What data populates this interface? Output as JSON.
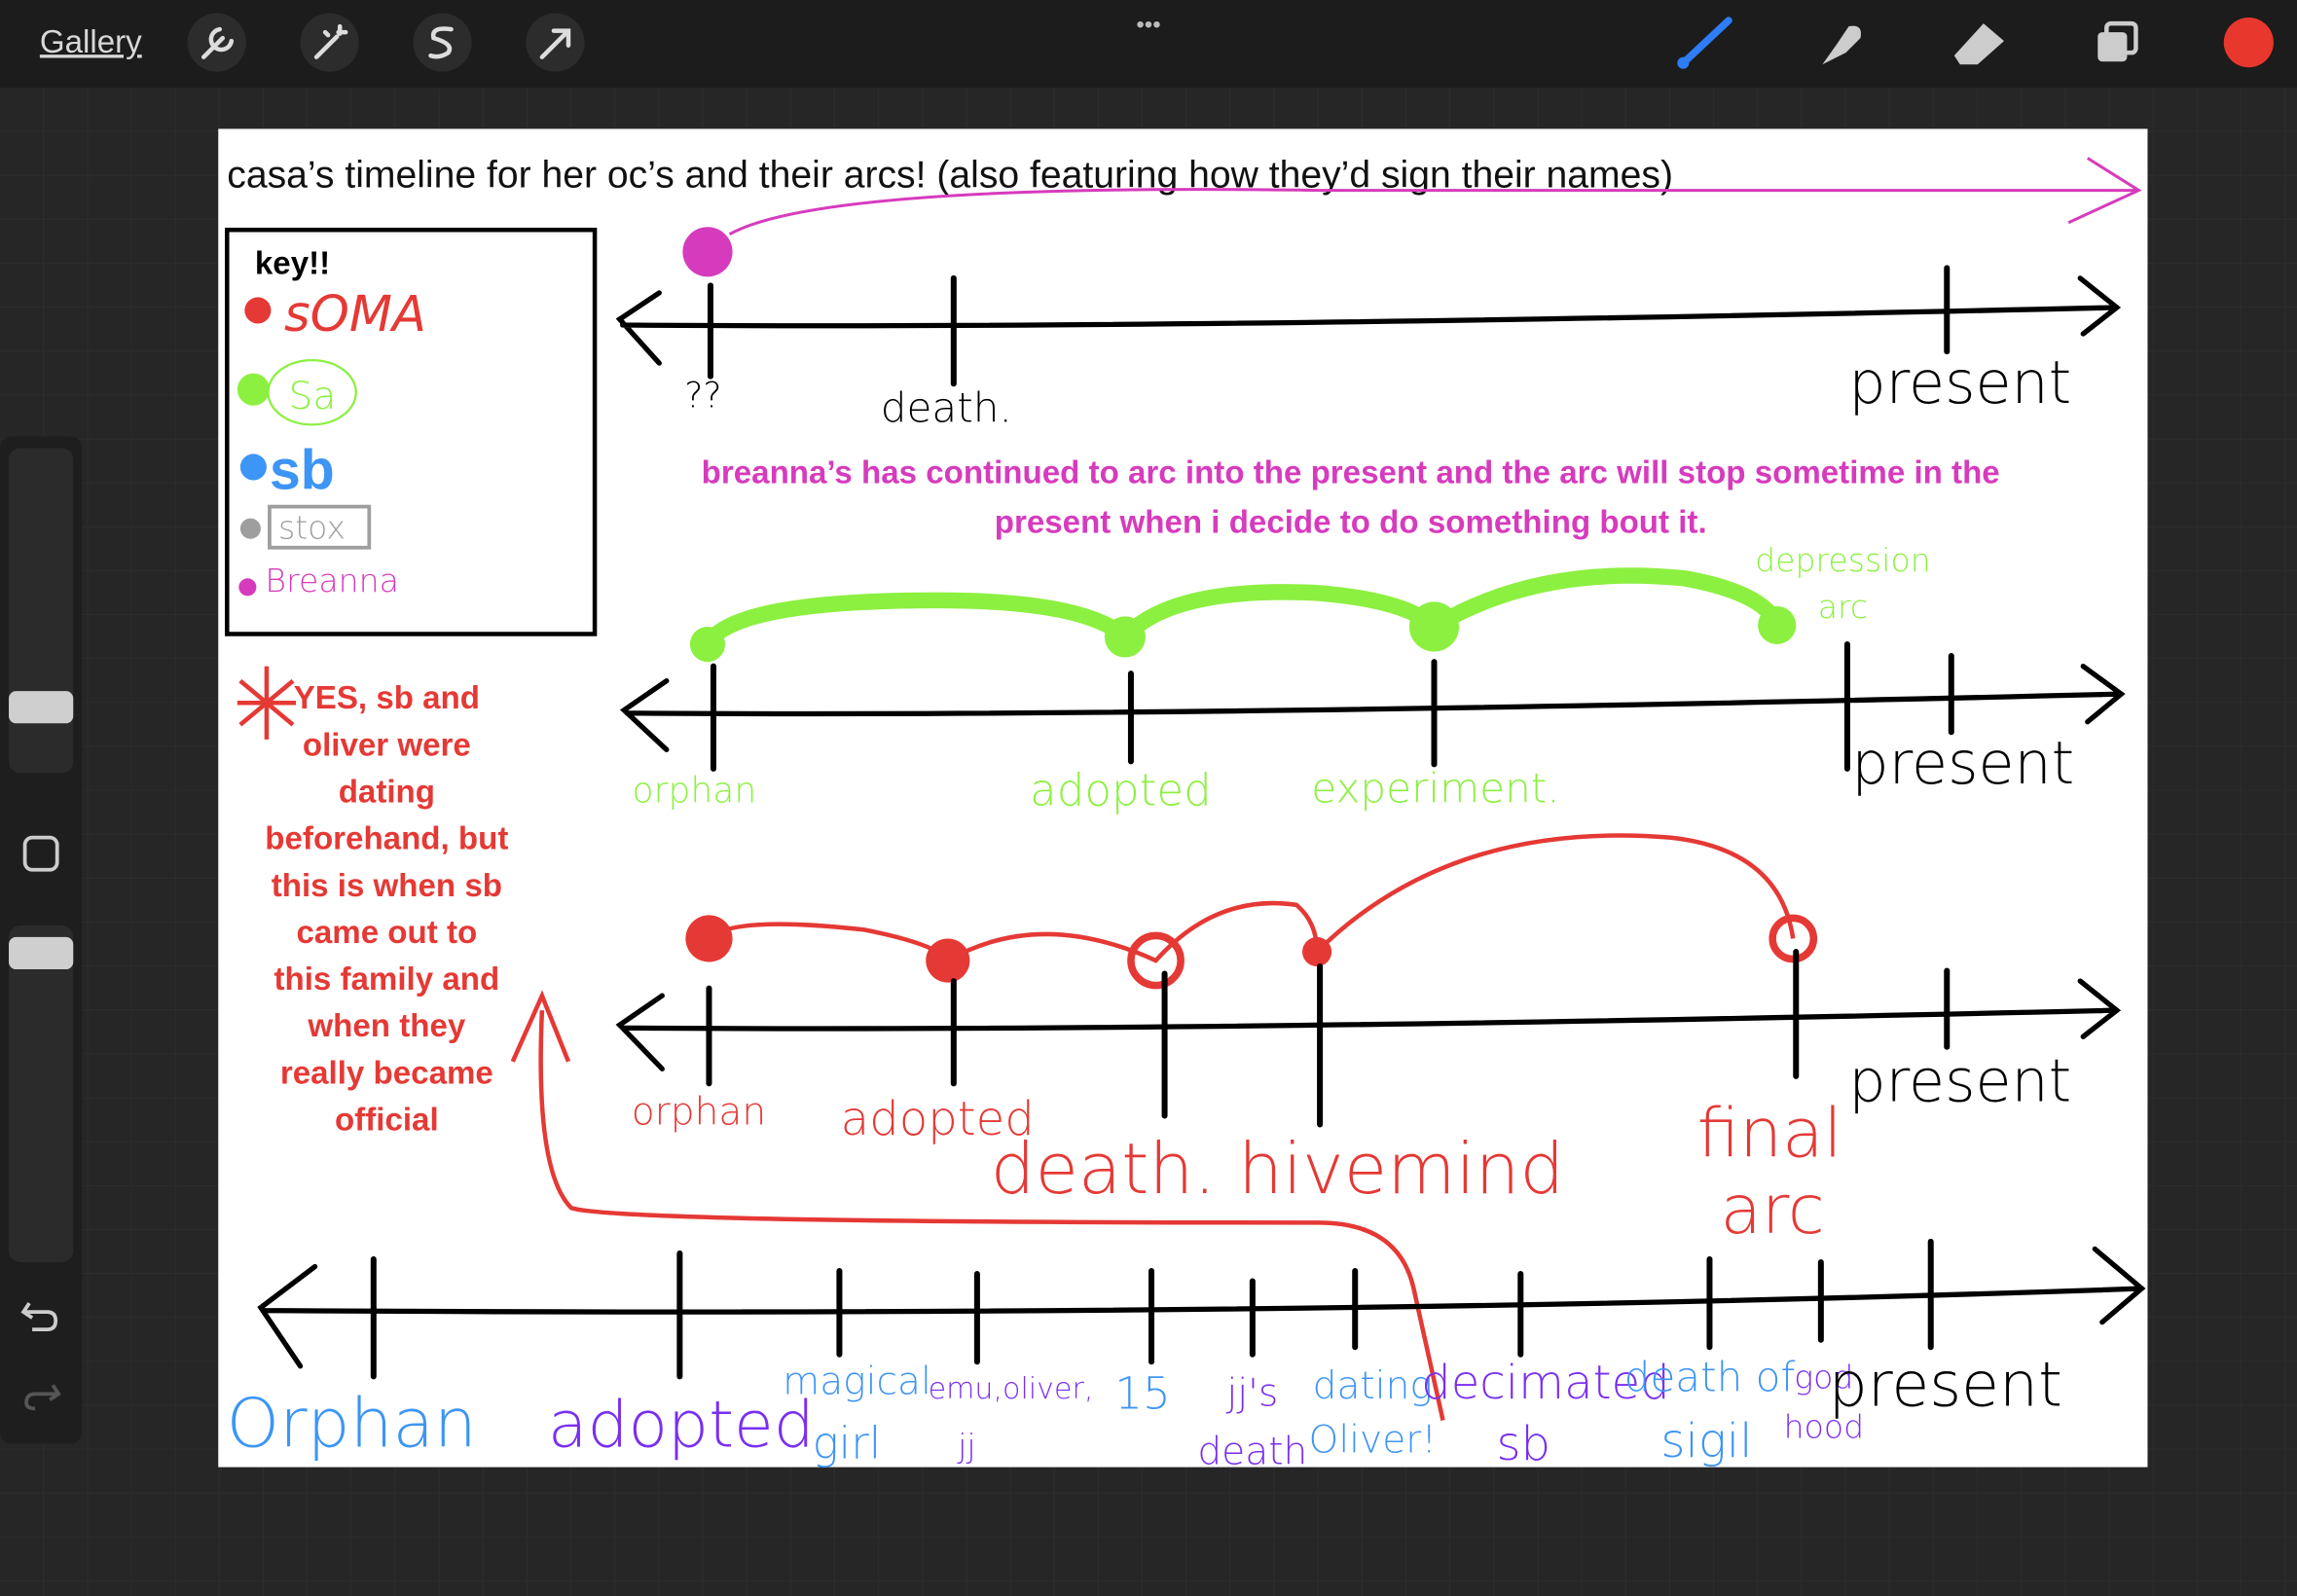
{
  "toolbar": {
    "gallery_label": "Gallery",
    "left_tools": [
      "wrench-icon",
      "magic-wand-icon",
      "selection-icon",
      "transform-arrow-icon"
    ],
    "more_label": "•••",
    "right_tools": [
      "brush-icon",
      "smudge-icon",
      "eraser-icon",
      "layers-icon",
      "color-swatch"
    ],
    "active_color": "#e8372c"
  },
  "sidebar": {
    "items": [
      "brush-size-slider",
      "modify-button",
      "opacity-slider",
      "undo-icon",
      "redo-icon"
    ]
  },
  "canvas": {
    "title": "casa’s timeline for her oc’s and their arcs! (also featuring how they’d sign their names)",
    "key": {
      "heading": "key!!",
      "entries": [
        {
          "signature": "sOMA",
          "color": "#e53935"
        },
        {
          "signature": "Sa",
          "color": "#8cf040"
        },
        {
          "signature": "sb",
          "color": "#3d95f5"
        },
        {
          "signature": "stox",
          "color": "#9e9e9e"
        },
        {
          "signature": "Breanna",
          "color": "#d63bbd"
        }
      ]
    },
    "breanna_timeline": {
      "color": "#d63bbd",
      "labels": [
        "??",
        "death.",
        "present"
      ],
      "note_line1": "breanna’s has continued to arc into the present and the arc will stop sometime in the",
      "note_line2": "present when i decide to do something bout it."
    },
    "green_timeline": {
      "color": "#8cf040",
      "labels": [
        "orphan",
        "adopted",
        "experiment.",
        "present"
      ],
      "depression_line1": "depression",
      "depression_line2": "arc"
    },
    "red_note": {
      "color": "#e53935",
      "lines": [
        "YES, sb and",
        "oliver were",
        "dating",
        "beforehand, but",
        "this is when sb",
        "came out to",
        "this family and",
        "when they",
        "really became",
        "official"
      ]
    },
    "red_timeline": {
      "color": "#e53935",
      "labels": [
        "orphan",
        "adopted",
        "death. hivemind",
        "final",
        "arc",
        "present"
      ]
    },
    "sb_timeline": {
      "blue": "#3d95f5",
      "purple": "#7a2ff0",
      "labels": [
        {
          "text": "Orphan",
          "line2": ""
        },
        {
          "text": "adopted",
          "line2": ""
        },
        {
          "text": "magical",
          "line2": "girl"
        },
        {
          "text": "emu,oliver,",
          "line2": "jj"
        },
        {
          "text": "15",
          "line2": ""
        },
        {
          "text": "jj's",
          "line2": "death"
        },
        {
          "text": "dating",
          "line2": "Oliver!"
        },
        {
          "text": "decimated",
          "line2": "sb"
        },
        {
          "text": "death of",
          "line2": "sigil"
        },
        {
          "text": "god",
          "line2": "hood"
        },
        {
          "text": "present",
          "line2": ""
        }
      ]
    }
  }
}
